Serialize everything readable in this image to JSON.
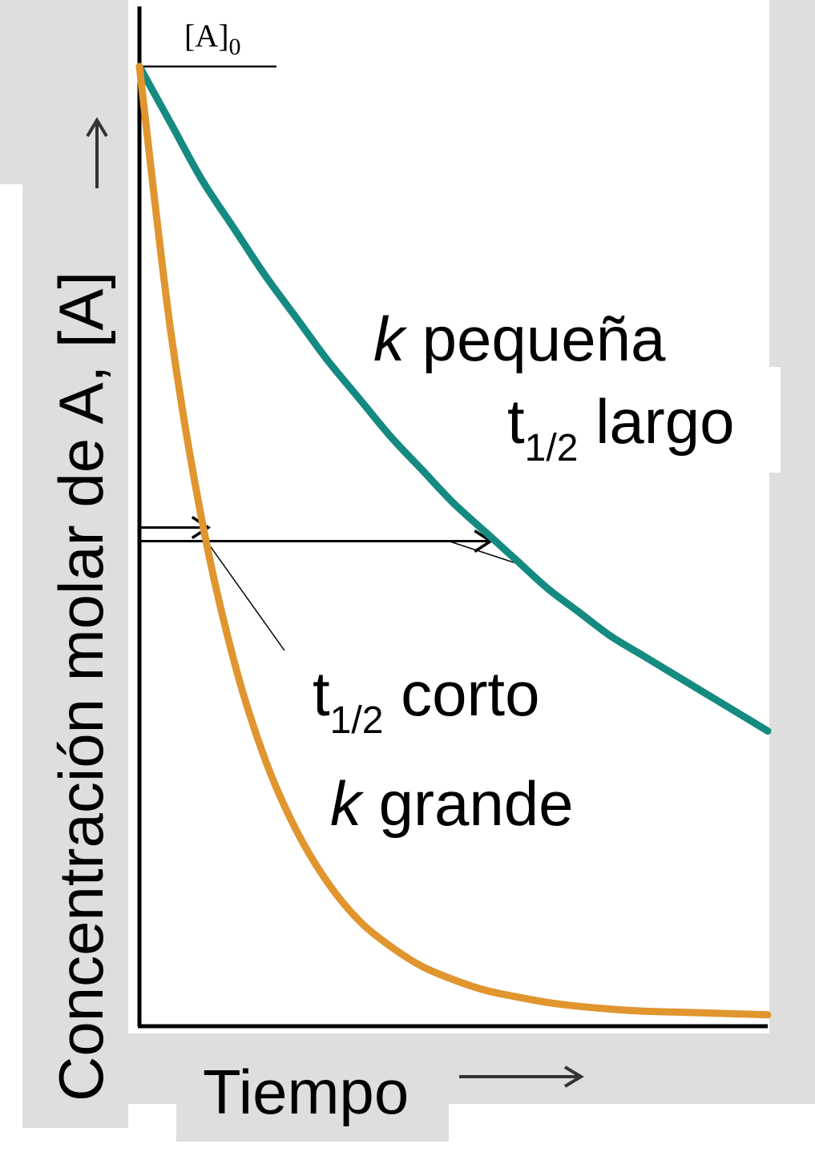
{
  "chart_data": {
    "type": "line",
    "xlabel": "Tiempo",
    "ylabel": "Concentración molar de A, [A]",
    "y0_label": {
      "main": "[A]",
      "sub": "0"
    },
    "xlim": [
      0,
      1
    ],
    "ylim": [
      0,
      1
    ],
    "grid": false,
    "legend": "none",
    "series": [
      {
        "key": "small_k",
        "color": "#148a80",
        "x": [
          0,
          0.05,
          0.1,
          0.15,
          0.2,
          0.25,
          0.3,
          0.35,
          0.4,
          0.45,
          0.5,
          0.55,
          0.6,
          0.65,
          0.7,
          0.75,
          0.8,
          0.85,
          0.9,
          0.95,
          1.0
        ],
        "y": [
          1.0,
          0.94,
          0.88,
          0.83,
          0.78,
          0.735,
          0.69,
          0.65,
          0.61,
          0.575,
          0.54,
          0.51,
          0.48,
          0.45,
          0.425,
          0.4,
          0.38,
          0.36,
          0.34,
          0.32,
          0.3
        ]
      },
      {
        "key": "large_k",
        "color": "#e0952f",
        "x": [
          0,
          0.05,
          0.1,
          0.15,
          0.2,
          0.25,
          0.3,
          0.35,
          0.4,
          0.45,
          0.5,
          0.55,
          0.6,
          0.65,
          0.7,
          0.75,
          0.8,
          0.85,
          0.9,
          0.95,
          1.0
        ],
        "y": [
          1.0,
          0.72,
          0.52,
          0.375,
          0.27,
          0.195,
          0.14,
          0.1,
          0.073,
          0.052,
          0.038,
          0.027,
          0.02,
          0.014,
          0.01,
          0.007,
          0.005,
          0.004,
          0.003,
          0.002,
          0.001
        ]
      }
    ],
    "half_life_level": 0.5,
    "annotations": {
      "small_k_label": {
        "italic": "k",
        "text": " pequeña"
      },
      "large_k_label": {
        "italic": "k",
        "text": " grande"
      },
      "t_half_long": {
        "main": "t",
        "sub": "1/2",
        "text": " largo"
      },
      "t_half_short": {
        "main": "t",
        "sub": "1/2",
        "text": " corto"
      }
    }
  }
}
